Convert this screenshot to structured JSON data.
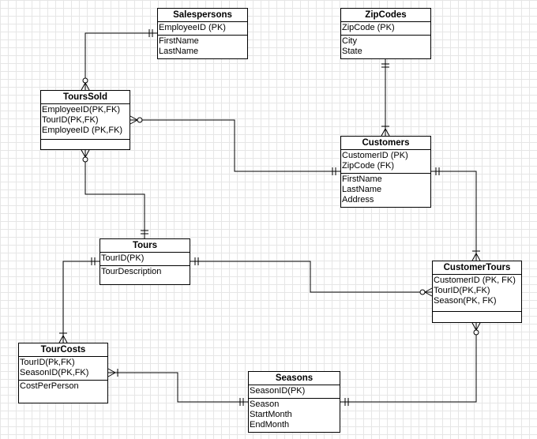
{
  "colors": {
    "line": "#000000",
    "grid": "#e6e6e6",
    "box": "#ffffff"
  },
  "entities": {
    "salespersons": {
      "title": "Salespersons",
      "keys": [
        "EmployeeID (PK)"
      ],
      "attrs": [
        "FirstName",
        "LastName"
      ]
    },
    "zipcodes": {
      "title": "ZipCodes",
      "keys": [
        "ZipCode (PK)"
      ],
      "attrs": [
        "City",
        "State"
      ]
    },
    "tourssold": {
      "title": "ToursSold",
      "keys": [
        "EmployeeID(PK,FK)",
        "TourID(PK,FK)",
        "EmployeeID (PK,FK)"
      ],
      "attrs": []
    },
    "customers": {
      "title": "Customers",
      "keys": [
        "CustomerID (PK)",
        "ZipCode (FK)"
      ],
      "attrs": [
        "FirstName",
        "LastName",
        "Address"
      ]
    },
    "tours": {
      "title": "Tours",
      "keys": [
        "TourID(PK)"
      ],
      "attrs": [
        "TourDescription"
      ]
    },
    "customertours": {
      "title": "CustomerTours",
      "keys": [
        "CustomerID (PK, FK)",
        "TourID(PK,FK)",
        "Season(PK, FK)"
      ],
      "attrs": []
    },
    "tourcosts": {
      "title": "TourCosts",
      "keys": [
        "TourID(Pk,FK)",
        "SeasonID(PK,FK)"
      ],
      "attrs": [
        "CostPerPerson"
      ]
    },
    "seasons": {
      "title": "Seasons",
      "keys": [
        "SeasonID(PK)"
      ],
      "attrs": [
        "Season",
        "StartMonth",
        "EndMonth"
      ]
    }
  }
}
